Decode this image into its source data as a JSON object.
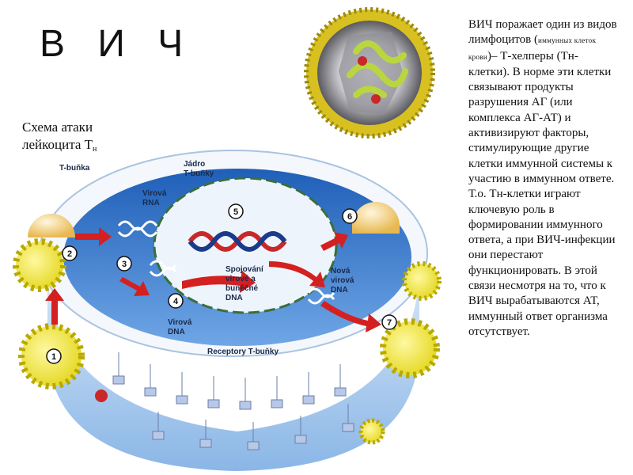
{
  "title": "В И Ч",
  "caption": {
    "line1": "Схема атаки",
    "line2": "лейкоцита Т",
    "sub": "н"
  },
  "body": {
    "p1a": "ВИЧ поражает один из видов лимфоцитов (",
    "p1small": "иммунных клеток крови",
    "p1b": ")– Т-хелперы (Тн-клетки). В норме эти клетки связывают продукты разрушения АГ (или комплекса АГ-АТ) и активизируют факторы, стимулирующие другие клетки иммунной системы к участию в иммунном ответе.",
    "p2": "Т.о. Тн-клетки играют ключевую роль в формировании иммунного ответа, а при ВИЧ-инфекции они перестают функционировать. В этой связи несмотря на то, что к ВИЧ вырабатываются АТ, иммунный ответ организма отсутствует."
  },
  "diagram": {
    "cell_label": "T-buňka",
    "nucleus_label_1": "Jádro",
    "nucleus_label_2": "T-buňky",
    "rna_label_1": "Virová",
    "rna_label_2": "RNA",
    "dna_label_1": "Virová",
    "dna_label_2": "DNA",
    "joined_1": "Spojování",
    "joined_2": "virové a",
    "joined_3": "buněčné",
    "joined_4": "DNA",
    "new_dna_1": "Nová",
    "new_dna_2": "virová",
    "new_dna_3": "DNA",
    "receptors_label": "Receptory T-buňky",
    "steps": [
      "1",
      "2",
      "3",
      "4",
      "5",
      "6",
      "7"
    ]
  },
  "colors": {
    "cytoplasm": "#3f7fd0",
    "membrane": "#f4f7fb",
    "nucleus": "#eef4fb",
    "arrow": "#d42020",
    "virus": "#e6da2a",
    "virus_edge": "#b8a800"
  }
}
